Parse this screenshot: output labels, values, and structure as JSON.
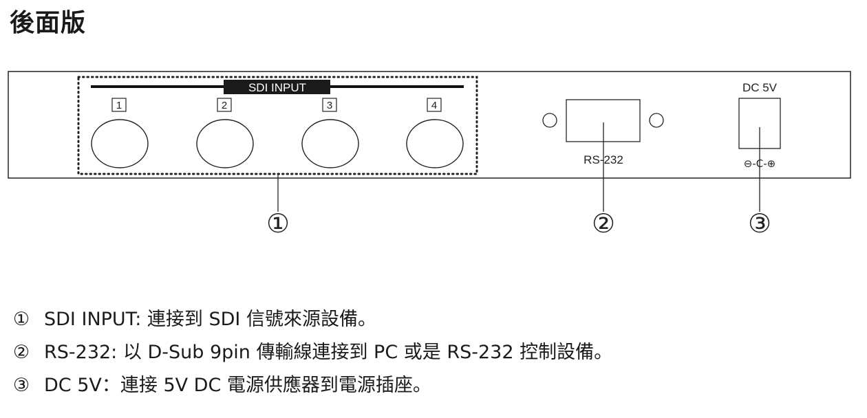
{
  "title": "後面版",
  "panel": {
    "sdi_label": "SDI INPUT",
    "ports": [
      {
        "label": "1"
      },
      {
        "label": "2"
      },
      {
        "label": "3"
      },
      {
        "label": "4"
      }
    ],
    "rs232_label": "RS-232",
    "dc_label": "DC 5V",
    "polarity_symbol": "⊖-C-⊕"
  },
  "callouts": [
    {
      "marker": "①"
    },
    {
      "marker": "②"
    },
    {
      "marker": "③"
    }
  ],
  "legend": [
    {
      "marker": "①",
      "text": "SDI INPUT: 連接到 SDI 信號來源設備。"
    },
    {
      "marker": "②",
      "text": "RS-232: 以 D-Sub 9pin 傳輸線連接到 PC 或是 RS-232 控制設備。"
    },
    {
      "marker": "③",
      "text": "DC 5V：連接 5V DC 電源供應器到電源插座。"
    }
  ]
}
